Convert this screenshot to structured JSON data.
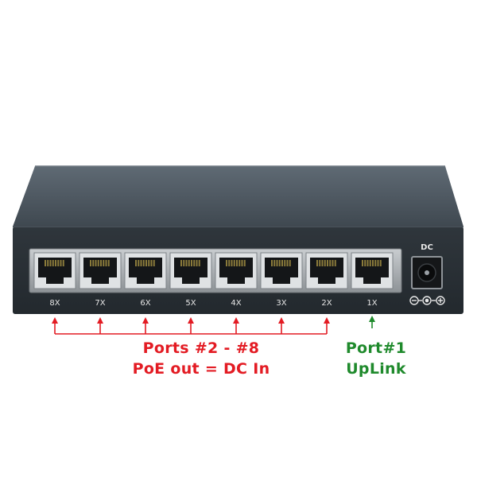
{
  "device": {
    "ports": [
      "8X",
      "7X",
      "6X",
      "5X",
      "4X",
      "3X",
      "2X",
      "1X"
    ],
    "dc_label": "DC"
  },
  "callouts": {
    "poe": {
      "line1": "Ports #2 - #8",
      "line2": "PoE out = DC In",
      "color": "#e31b23"
    },
    "uplink": {
      "line1": "Port#1",
      "line2": "UpLink",
      "color": "#1f8a2c"
    }
  }
}
